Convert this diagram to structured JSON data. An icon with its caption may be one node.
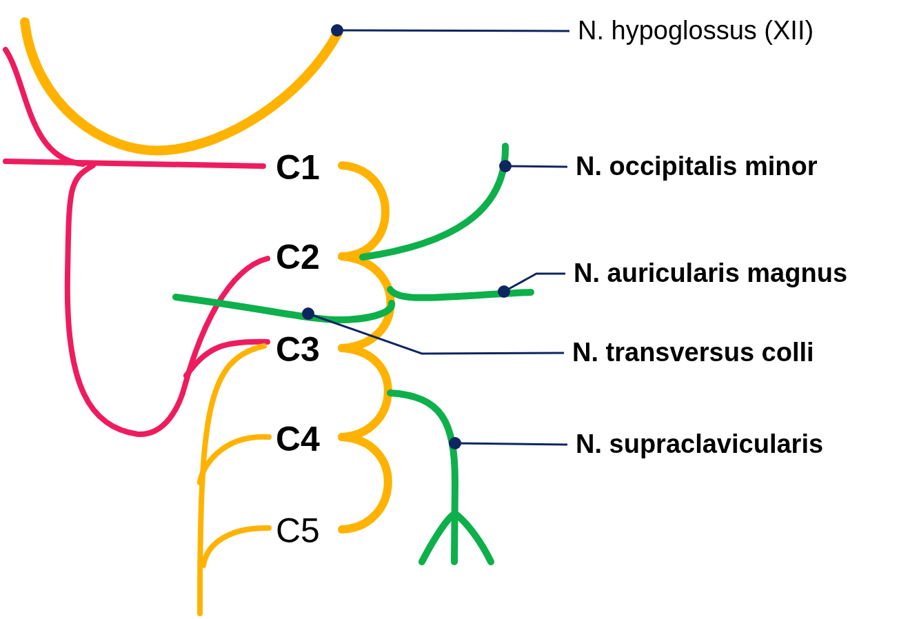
{
  "diagram": {
    "nodes": [
      {
        "text": [
          "N. hypoglossus (XII)"
        ]
      },
      {
        "text": [
          "N. occipitalis minor"
        ]
      },
      {
        "text": [
          "N. auricularis magnus"
        ]
      },
      {
        "text": [
          "N. transversus colli"
        ]
      },
      {
        "text": [
          "N. supraclavicularis"
        ]
      }
    ],
    "edges": [
      {
        "from": 0,
        "to": null,
        "arrow": "other"
      },
      {
        "from": 1,
        "to": null,
        "arrow": "other"
      },
      {
        "from": 2,
        "to": null,
        "arrow": "other"
      },
      {
        "from": 3,
        "to": null,
        "arrow": "other"
      },
      {
        "from": 4,
        "to": null,
        "arrow": "other"
      }
    ],
    "labels": [
      "C1",
      "C2",
      "C3",
      "C4",
      "C5"
    ]
  }
}
